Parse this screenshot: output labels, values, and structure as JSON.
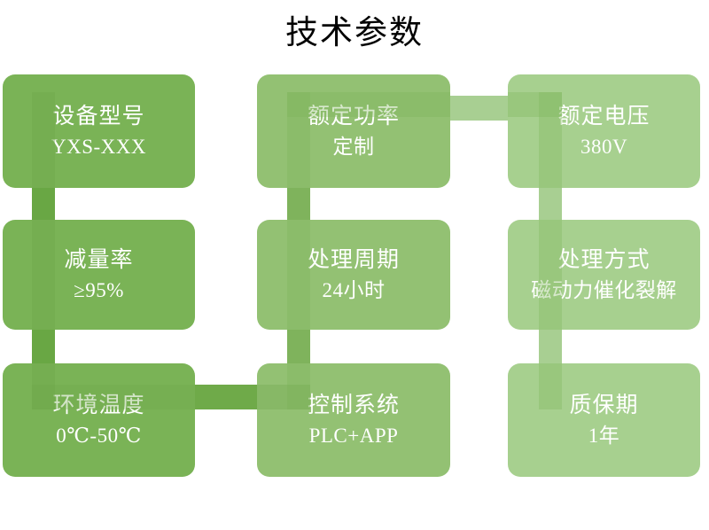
{
  "slide": {
    "title": "技术参数",
    "background": "#ffffff"
  },
  "palette": {
    "column1": "#7ab356",
    "column2": "#93c173",
    "column3": "#a7d08f",
    "connector_dark": "#69a744",
    "connector_light": "#a8cf92",
    "title_color": "#000000",
    "card_text_color": "#ffffff"
  },
  "cards": [
    {
      "id": "device-model",
      "title": "设备型号",
      "value": "YXS-XXX",
      "tone": "dark",
      "row": 1,
      "col": 1
    },
    {
      "id": "rated-power",
      "title": "额定功率",
      "value": "定制",
      "tone": "mid",
      "row": 1,
      "col": 2
    },
    {
      "id": "rated-voltage",
      "title": "额定电压",
      "value": "380V",
      "tone": "light",
      "row": 1,
      "col": 3
    },
    {
      "id": "reduction-rate",
      "title": "减量率",
      "value": "≥95%",
      "tone": "dark",
      "row": 2,
      "col": 1
    },
    {
      "id": "treatment-cycle",
      "title": "处理周期",
      "value": "24小时",
      "tone": "mid",
      "row": 2,
      "col": 2
    },
    {
      "id": "treatment-method",
      "title": "处理方式",
      "value": "磁动力催化裂解",
      "tone": "light",
      "row": 2,
      "col": 3
    },
    {
      "id": "ambient-temperature",
      "title": "环境温度",
      "value": "0℃-50℃",
      "tone": "dark",
      "row": 3,
      "col": 1
    },
    {
      "id": "control-system",
      "title": "控制系统",
      "value": "PLC+APP",
      "tone": "mid",
      "row": 3,
      "col": 2
    },
    {
      "id": "warranty-period",
      "title": "质保期",
      "value": "1年",
      "tone": "light",
      "row": 3,
      "col": 3
    }
  ],
  "connectors": [
    {
      "id": "col1-vertical",
      "orientation": "vertical",
      "color": "#69a744"
    },
    {
      "id": "col2-vertical",
      "orientation": "vertical",
      "color": "#7fb35c"
    },
    {
      "id": "col3-vertical",
      "orientation": "vertical",
      "color": "#a8cf92"
    },
    {
      "id": "row1-horizontal",
      "orientation": "horizontal",
      "color": "#a8cf92"
    },
    {
      "id": "row3-horizontal",
      "orientation": "horizontal",
      "color": "#6faa49"
    }
  ]
}
